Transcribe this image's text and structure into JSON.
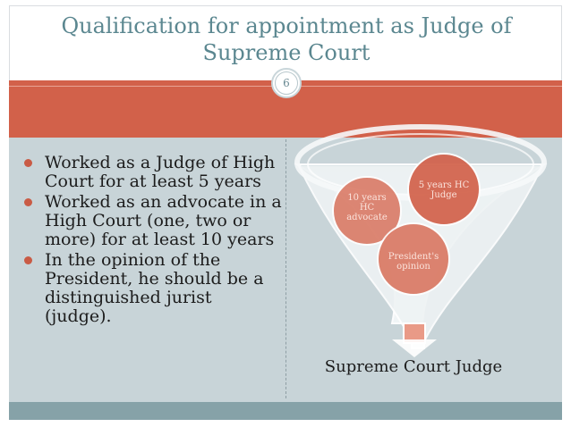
{
  "slide": {
    "title_line1": "Qualification for appointment as Judge of",
    "title_line2": "Supreme Court",
    "number": "6"
  },
  "bullets": [
    "Worked as a Judge of High Court for at least 5 years",
    "Worked as an advocate in a High Court (one, two or more) for at least 10 years",
    "In the opinion of the President, he should be a distinguished jurist (judge)."
  ],
  "diagram": {
    "circles": [
      {
        "line1": "10 years",
        "line2": "HC",
        "line3": "advocate"
      },
      {
        "line1": "5 years HC",
        "line2": "Judge"
      },
      {
        "line1": "President's",
        "line2": "opinion"
      }
    ],
    "caption": "Supreme Court Judge"
  },
  "colors": {
    "title": "#5b8790",
    "banner": "#d2614a",
    "content_bg": "#c8d4d8",
    "footer": "#86a2a8",
    "circle": "#d9735d"
  }
}
